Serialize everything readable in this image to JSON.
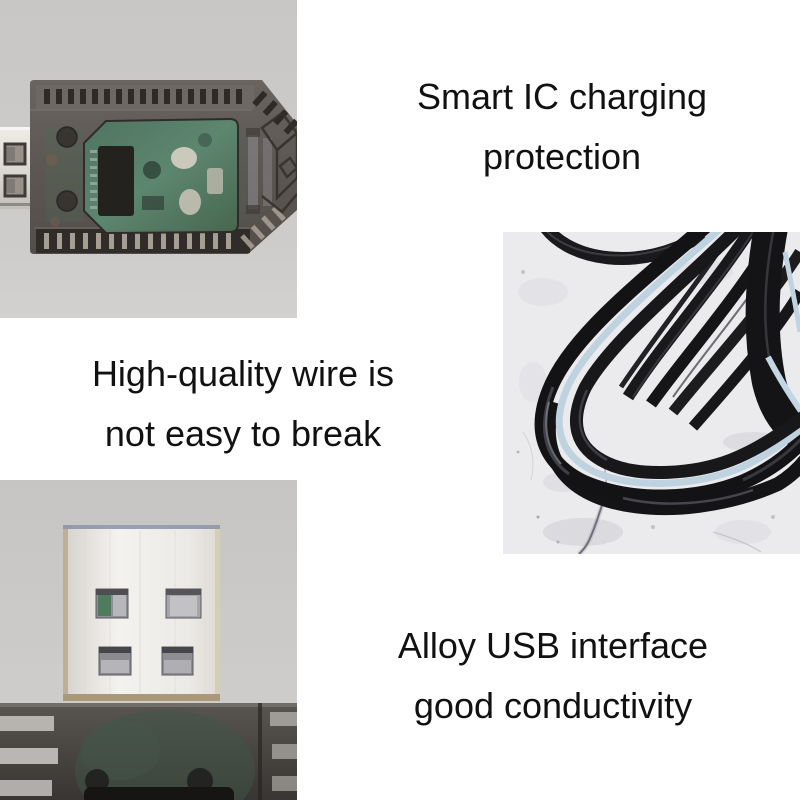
{
  "captions": {
    "smart_ic": {
      "line1": "Smart IC charging",
      "line2": "protection"
    },
    "wire": {
      "line1": "High-quality wire is",
      "line2": "not easy to break"
    },
    "usb": {
      "line1": "Alloy USB interface",
      "line2": "good conductivity"
    }
  },
  "colors": {
    "page_background": "#ffffff",
    "caption_text": "#111111",
    "studio_gray_background": "#cbc9c7",
    "marble_background": "#ebebee",
    "wire_black": "#17171a",
    "wire_blue_stripe": "#bfd2e0",
    "pcb_green": "#55806a",
    "metal_silver": "#efece8",
    "dongle_shell": "#5d5753"
  }
}
